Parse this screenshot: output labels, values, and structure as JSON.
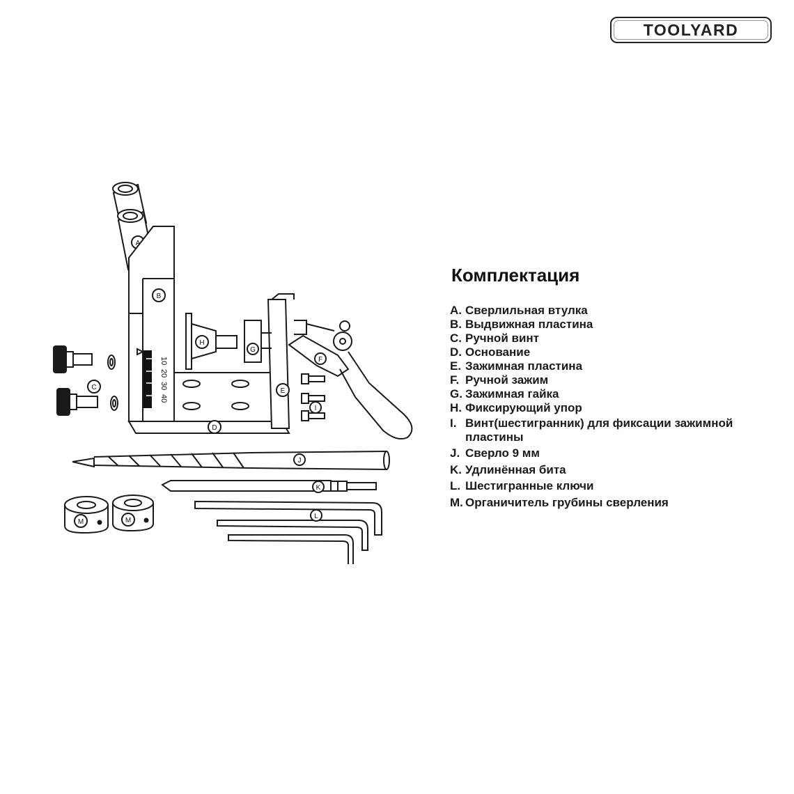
{
  "brand": {
    "logo_text": "TOOLYARD"
  },
  "title": "Комплектация",
  "legend": [
    {
      "letter": "A.",
      "text": "Сверлильная втулка"
    },
    {
      "letter": "B.",
      "text": "Выдвижная пластина"
    },
    {
      "letter": "C.",
      "text": "Ручной винт"
    },
    {
      "letter": "D.",
      "text": "Основание"
    },
    {
      "letter": "E.",
      "text": "Зажимная пластина"
    },
    {
      "letter": "F.",
      "text": "Ручной зажим"
    },
    {
      "letter": "G.",
      "text": "Зажимная гайка"
    },
    {
      "letter": "H.",
      "text": "Фиксирующий упор"
    },
    {
      "letter": "I.",
      "text": "Винт(шестигранник) для фиксации зажимной пластины"
    },
    {
      "letter": "J.",
      "text": "Сверло 9 мм"
    },
    {
      "letter": "K.",
      "text": "Удлинённая бита"
    },
    {
      "letter": "L.",
      "text": "Шестигранные ключи"
    },
    {
      "letter": "M.",
      "text": "Органичитель грубины сверления"
    }
  ],
  "diagram": {
    "part_labels": {
      "a": "A",
      "b": "B",
      "c": "C",
      "d": "D",
      "e": "E",
      "f": "F",
      "g": "G",
      "h": "H",
      "i": "I",
      "j": "J",
      "k": "K",
      "l": "L",
      "m1": "M",
      "m2": "M"
    },
    "scale_ticks": [
      "10",
      "20",
      "30",
      "40"
    ]
  },
  "colors": {
    "line": "#1a1a1a",
    "text": "#111111",
    "background": "#ffffff"
  }
}
